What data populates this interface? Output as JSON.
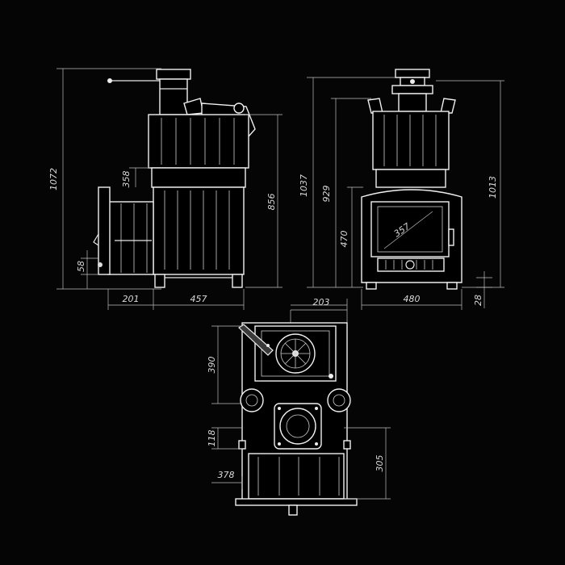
{
  "drawing": {
    "dimensions": {
      "side_height_total": "1072",
      "side_tank_height": "358",
      "side_body_height": "856",
      "side_bottom_offset": "58",
      "side_depth_front": "201",
      "side_depth_body": "457",
      "front_height_top": "1037",
      "front_height_mid": "929",
      "front_door_height": "470",
      "front_glass_diag": "357",
      "front_height_right": "1013",
      "front_width": "480",
      "front_base_offset": "28",
      "top_offset": "203",
      "plan_depth": "390",
      "plan_mid": "118",
      "plan_rear": "305",
      "plan_width_left": "378"
    }
  }
}
